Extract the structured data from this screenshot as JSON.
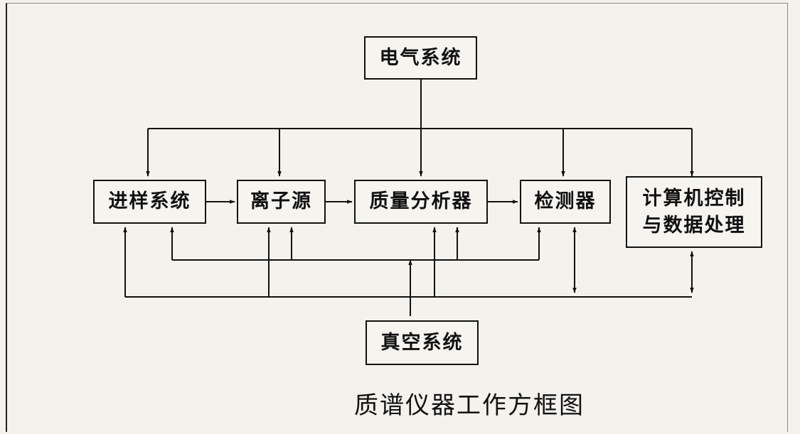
{
  "diagram": {
    "caption": "质谱仪器工作方框图",
    "boxes": {
      "electrical": "电气系统",
      "inlet": "进样系统",
      "ion_source": "离子源",
      "mass_analyzer": "质量分析器",
      "detector": "检测器",
      "computer_line1": "计算机控制",
      "computer_line2": "与数据处理",
      "vacuum": "真空系统"
    }
  }
}
